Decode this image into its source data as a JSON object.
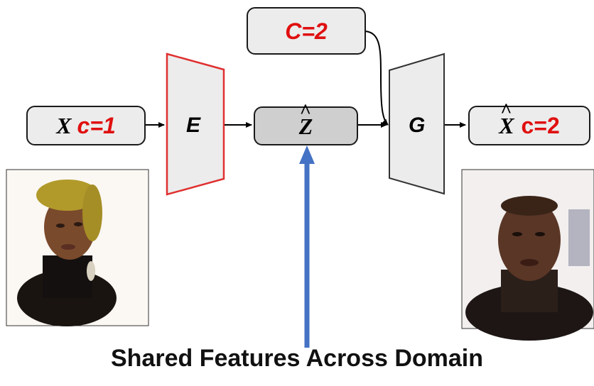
{
  "input_box": {
    "var": "X",
    "cond": "c=1"
  },
  "cond_box": {
    "text": "C=2"
  },
  "encoder": {
    "label": "E"
  },
  "latent": {
    "var": "Z",
    "hat": "^"
  },
  "generator": {
    "label": "G"
  },
  "output_box": {
    "var": "X",
    "hat": "^",
    "cond": "c=2"
  },
  "caption": "Shared Features Across Domain",
  "colors": {
    "encoder_border": "#e03030",
    "box_fill": "#ececec",
    "latent_fill": "#cfcfcf",
    "arrow_blue": "#4472c4",
    "cond_red": "#e01010"
  }
}
